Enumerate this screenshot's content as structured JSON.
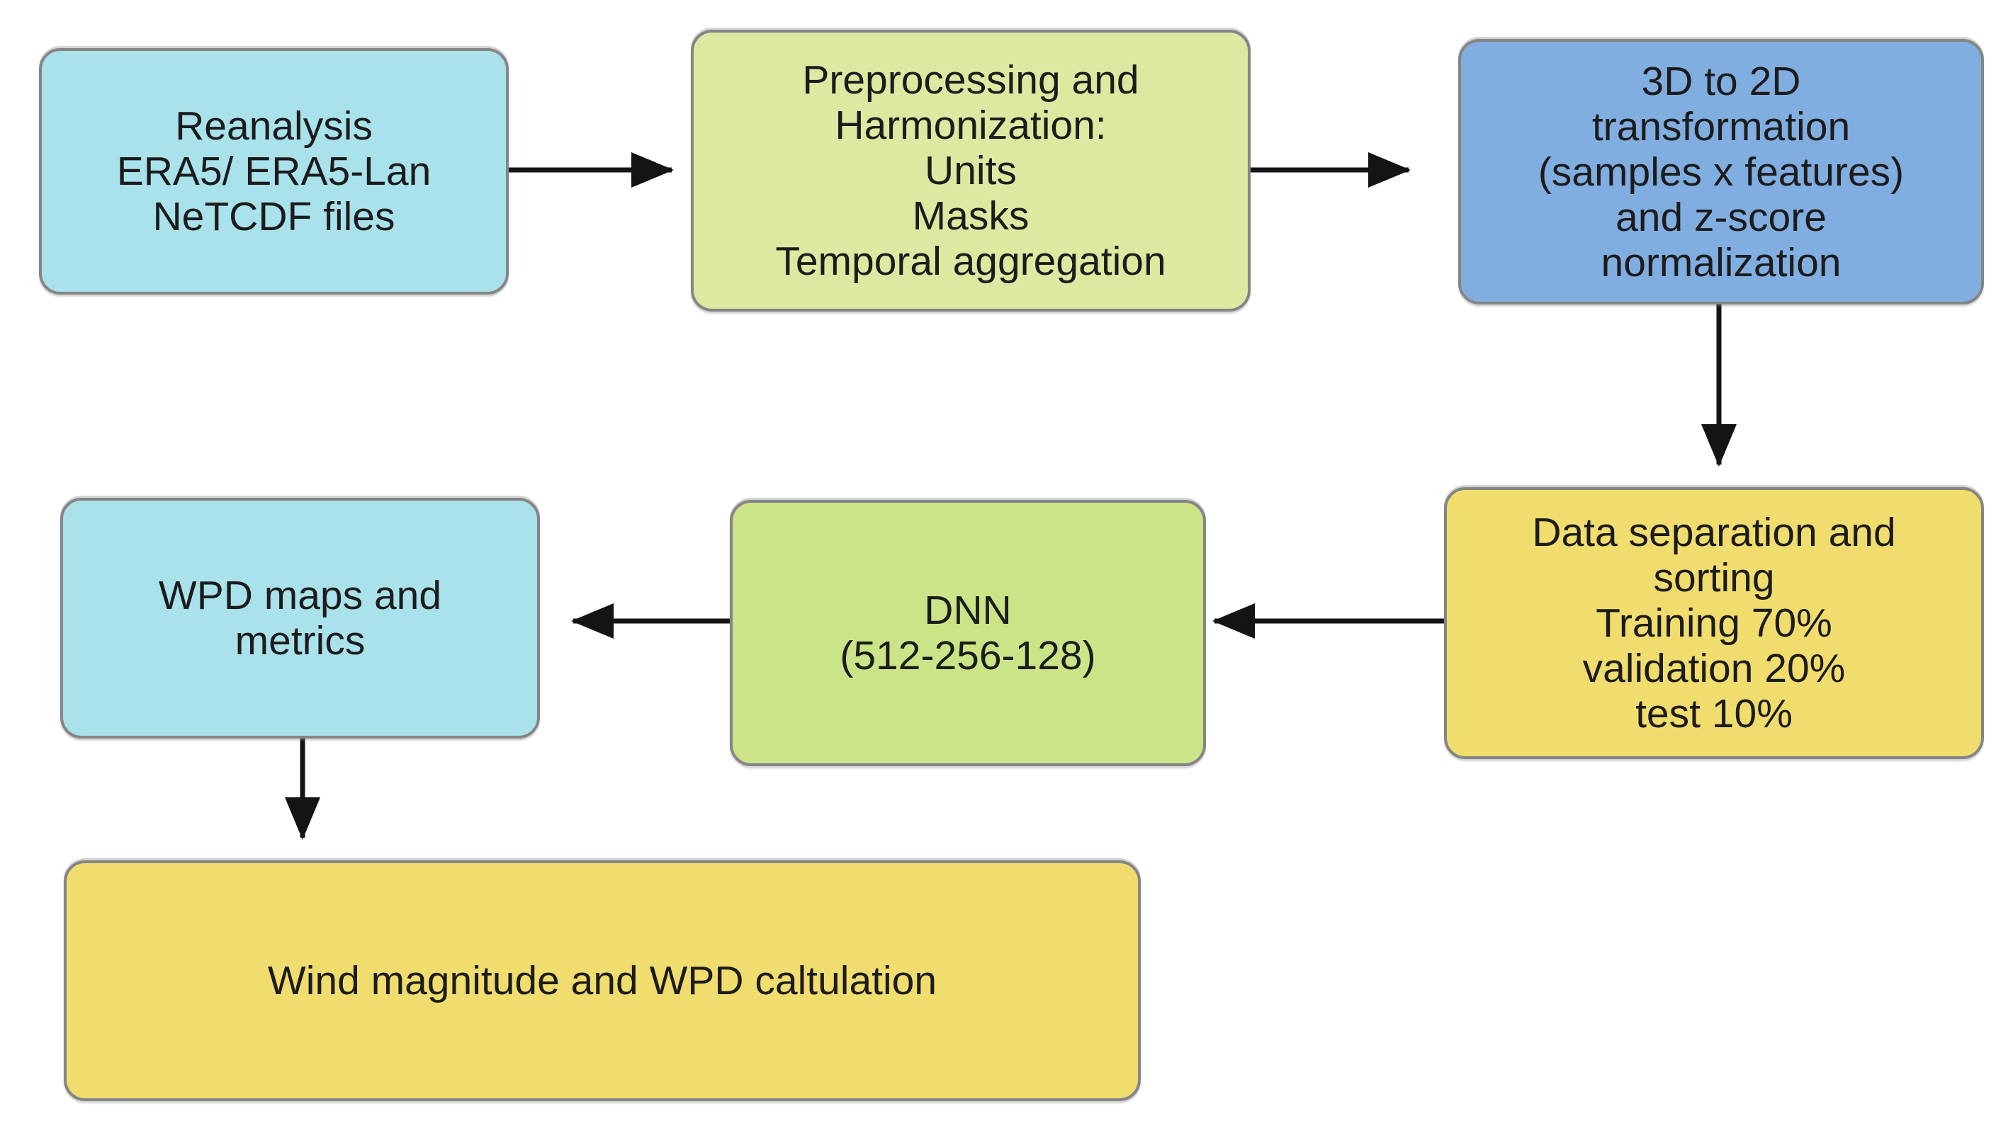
{
  "diagram": {
    "type": "flowchart",
    "description": "Workflow from ERA5 reanalysis NetCDF files through preprocessing, transformation, data separation, DNN training, to WPD maps and wind magnitude calculation"
  },
  "colors": {
    "background": "#ffffff",
    "border": "#858585",
    "arrow": "#141414",
    "text": "#1c1c1c",
    "cyan": "#a9e2eb",
    "pale_green": "#dce9a1",
    "blue": "#81aee0",
    "yellow": "#f0dd6e",
    "green": "#cbe487"
  },
  "nodes": {
    "reanalysis": {
      "text": "Reanalysis\nERA5/ ERA5-Lan\nNeTCDF files",
      "fill": "#a9e2eb"
    },
    "preprocessing": {
      "text": "Preprocessing and\nHarmonization:\nUnits\nMasks\nTemporal aggregation",
      "fill": "#dce9a1"
    },
    "transformation": {
      "text": "3D to 2D\ntransformation\n(samples x features)\nand z-score\nnormalization",
      "fill": "#81aee0"
    },
    "separation": {
      "text": "Data separation and\nsorting\nTraining 70%\nvalidation 20%\ntest 10%",
      "fill": "#f0dd6e"
    },
    "dnn": {
      "text": "DNN\n(512-256-128)",
      "fill": "#cbe487"
    },
    "wpd_maps": {
      "text": "WPD maps and\nmetrics",
      "fill": "#a9e2eb"
    },
    "wind_calc": {
      "text": "Wind magnitude and WPD caltulation",
      "fill": "#f0dd6e"
    }
  },
  "edges": [
    {
      "from": "reanalysis",
      "to": "preprocessing"
    },
    {
      "from": "preprocessing",
      "to": "transformation"
    },
    {
      "from": "transformation",
      "to": "separation"
    },
    {
      "from": "separation",
      "to": "dnn"
    },
    {
      "from": "dnn",
      "to": "wpd_maps"
    },
    {
      "from": "wpd_maps",
      "to": "wind_calc"
    }
  ]
}
